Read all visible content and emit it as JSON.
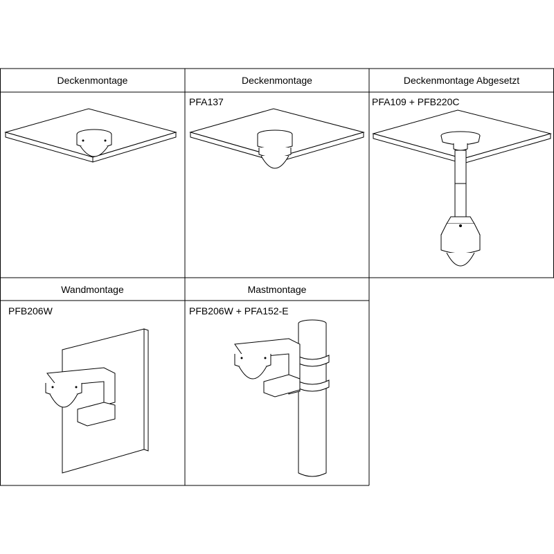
{
  "table": {
    "cells": [
      {
        "title": "Deckenmontage",
        "subtitle": ""
      },
      {
        "title": "Deckenmontage",
        "subtitle": "PFA137"
      },
      {
        "title": "Deckenmontage Abgesetzt",
        "subtitle": "PFA109 + PFB220C"
      },
      {
        "title": "Wandmontage",
        "subtitle": "PFB206W"
      },
      {
        "title": "Mastmontage",
        "subtitle": "PFB206W + PFA152-E"
      }
    ]
  }
}
